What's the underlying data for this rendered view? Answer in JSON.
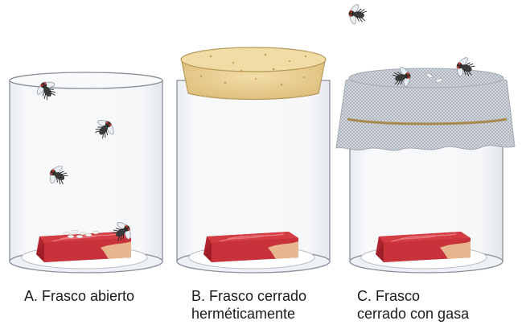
{
  "jars": [
    {
      "id": "A",
      "caption_lines": [
        "A. Frasco abierto"
      ],
      "lid": "none",
      "fly_count": 4,
      "larvae_on_meat": true
    },
    {
      "id": "B",
      "caption_lines": [
        "B. Frasco cerrado",
        "herméticamente"
      ],
      "lid": "cork",
      "fly_count": 0,
      "larvae_on_meat": false
    },
    {
      "id": "C",
      "caption_lines": [
        "C. Frasco",
        "cerrado con gasa"
      ],
      "lid": "gauze",
      "fly_count": 3,
      "larvae_on_gauze": true
    }
  ],
  "colors": {
    "glass_outline": "#8a8f98",
    "glass_fill": "#f3f5f8",
    "meat": "#c8323a",
    "meat_dark": "#9e1f27",
    "fat": "#e7b58e",
    "cork": "#e8cf96",
    "gauze": "#b9bec6",
    "string": "#a88a4e",
    "fly_body": "#333333",
    "fly_eye": "#b2342a"
  }
}
